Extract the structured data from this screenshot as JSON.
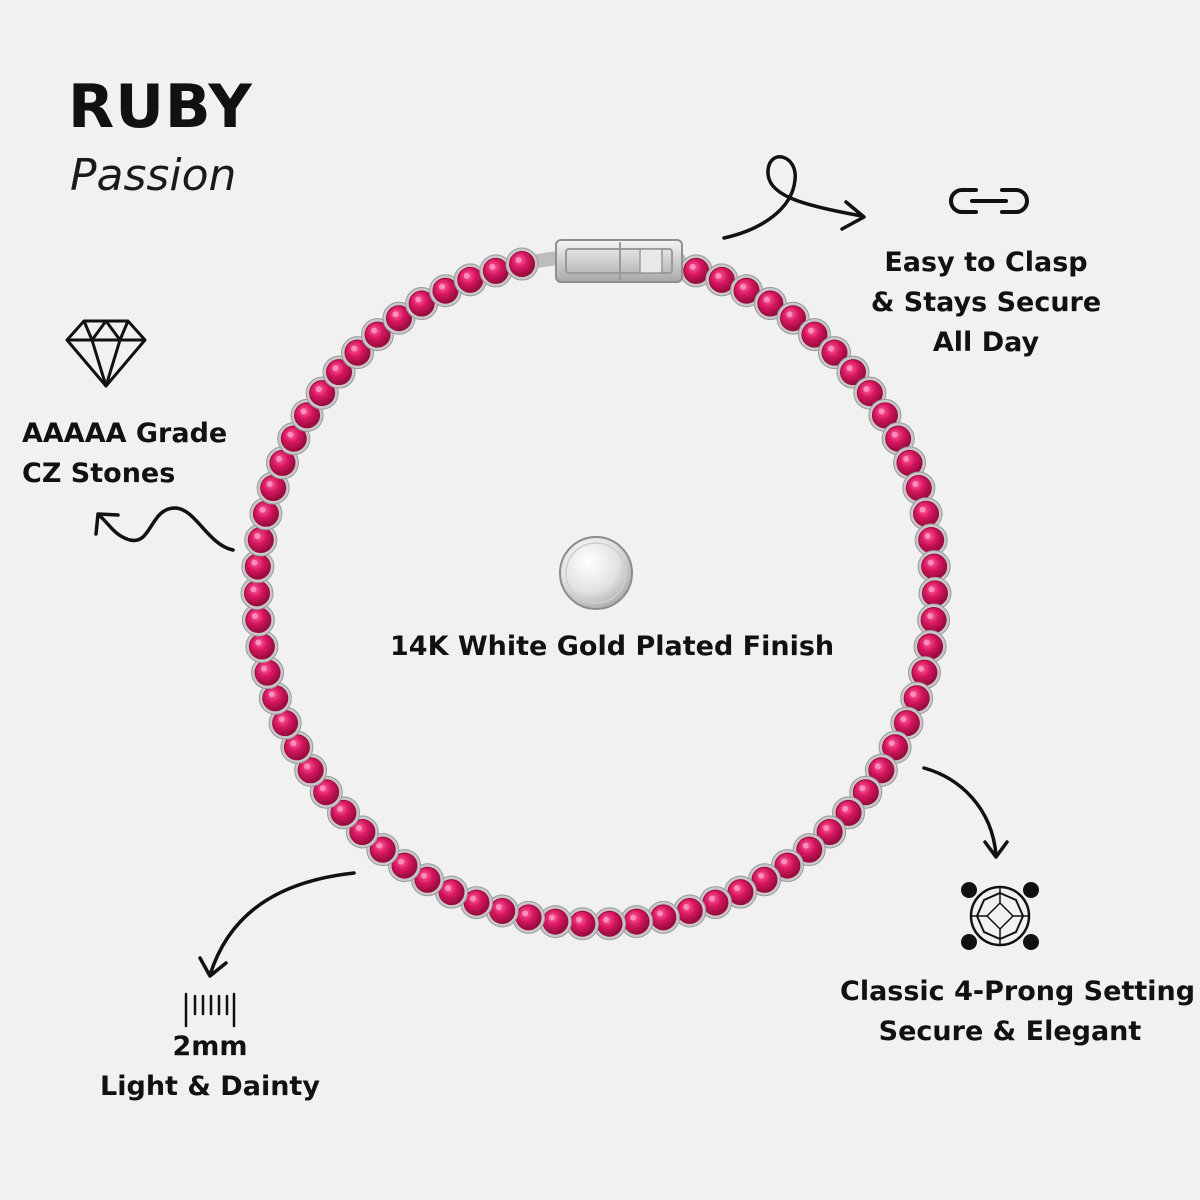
{
  "header": {
    "title": "RUBY",
    "subtitle": "Passion"
  },
  "colors": {
    "background": "#f1f1f1",
    "stone": "#d6165f",
    "stone_dark": "#9e0c40",
    "setting": "#c8c8c8",
    "text": "#111111"
  },
  "bracelet": {
    "stone_count": 74
  },
  "features": {
    "clasp": {
      "icon": "chain-link-icon",
      "lines": [
        "Easy to Clasp",
        "& Stays Secure",
        "All Day"
      ]
    },
    "stones": {
      "icon": "diamond-icon",
      "lines": [
        "AAAAA Grade",
        "CZ Stones"
      ]
    },
    "finish": {
      "icon": "silver-disc-icon",
      "lines": [
        "14K White Gold Plated Finish"
      ]
    },
    "setting": {
      "icon": "four-prong-icon",
      "lines": [
        "Classic 4-Prong Setting",
        "Secure & Elegant"
      ]
    },
    "width": {
      "icon": "ruler-icon",
      "lines": [
        "2mm",
        "Light & Dainty"
      ]
    }
  }
}
